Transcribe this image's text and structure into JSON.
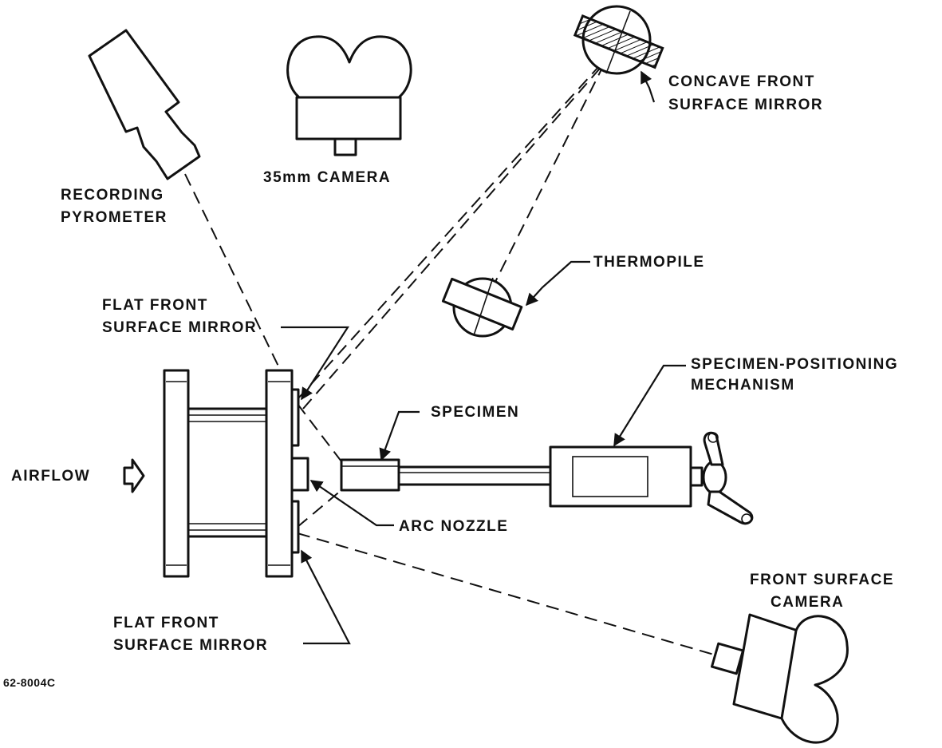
{
  "labels": {
    "concave_mirror_line1": "CONCAVE FRONT",
    "concave_mirror_line2": "SURFACE MIRROR",
    "camera_35mm": "35mm CAMERA",
    "pyrometer_line1": "RECORDING",
    "pyrometer_line2": "PYROMETER",
    "thermopile": "THERMOPILE",
    "flat_mirror_top_line1": "FLAT FRONT",
    "flat_mirror_top_line2": "SURFACE MIRROR",
    "positioning_line1": "SPECIMEN-POSITIONING",
    "positioning_line2": "MECHANISM",
    "specimen": "SPECIMEN",
    "airflow": "AIRFLOW",
    "arc_nozzle": "ARC NOZZLE",
    "front_camera_line1": "FRONT SURFACE",
    "front_camera_line2": "CAMERA",
    "flat_mirror_bottom_line1": "FLAT FRONT",
    "flat_mirror_bottom_line2": "SURFACE MIRROR",
    "figure_number": "62-8004C"
  },
  "colors": {
    "ink": "#111111",
    "background": "#ffffff"
  }
}
